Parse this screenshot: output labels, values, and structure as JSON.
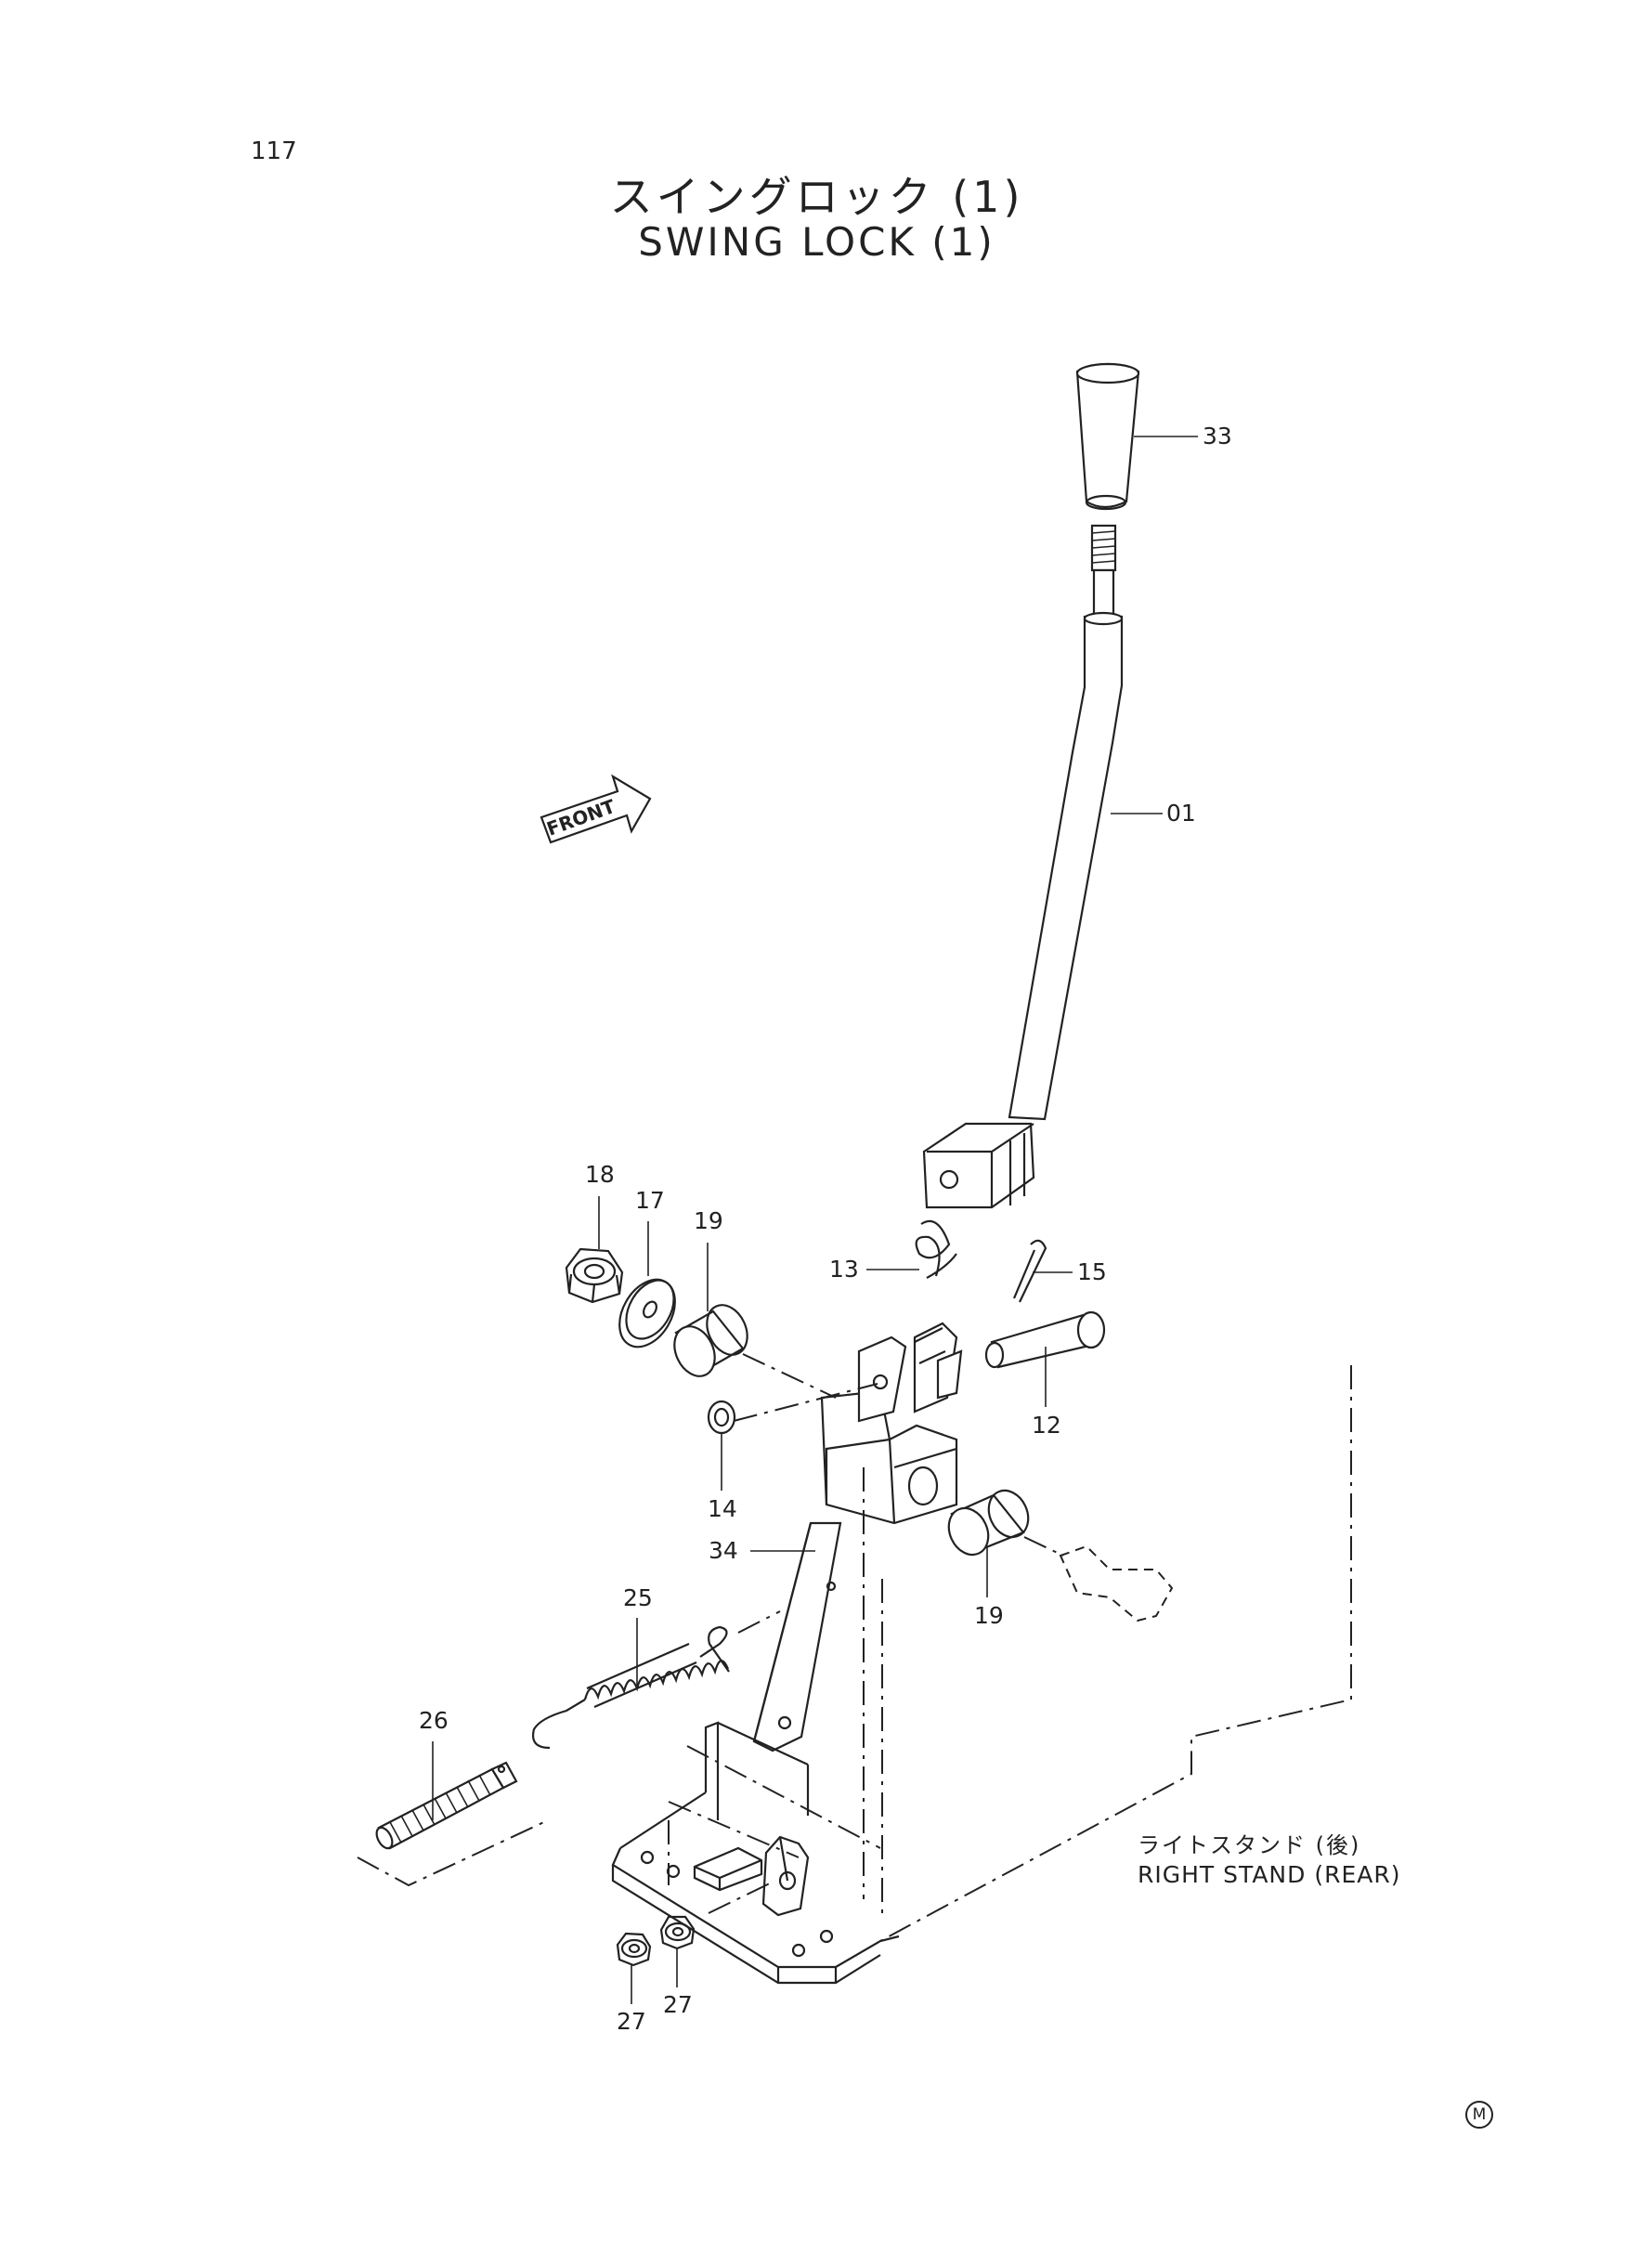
{
  "page": {
    "number": "117",
    "title_jp": "スイングロック (1)",
    "title_en": "SWING LOCK (1)",
    "front_label": "FRONT",
    "stand_label_jp": "ライトスタンド (後)",
    "stand_label_en": "RIGHT STAND (REAR)",
    "corner_mark": "M"
  },
  "callouts": {
    "p33": "33",
    "p01": "01",
    "p18": "18",
    "p17": "17",
    "p19a": "19",
    "p13": "13",
    "p15": "15",
    "p12": "12",
    "p14": "14",
    "p34": "34",
    "p19b": "19",
    "p25": "25",
    "p26": "26",
    "p27a": "27",
    "p27b": "27"
  }
}
